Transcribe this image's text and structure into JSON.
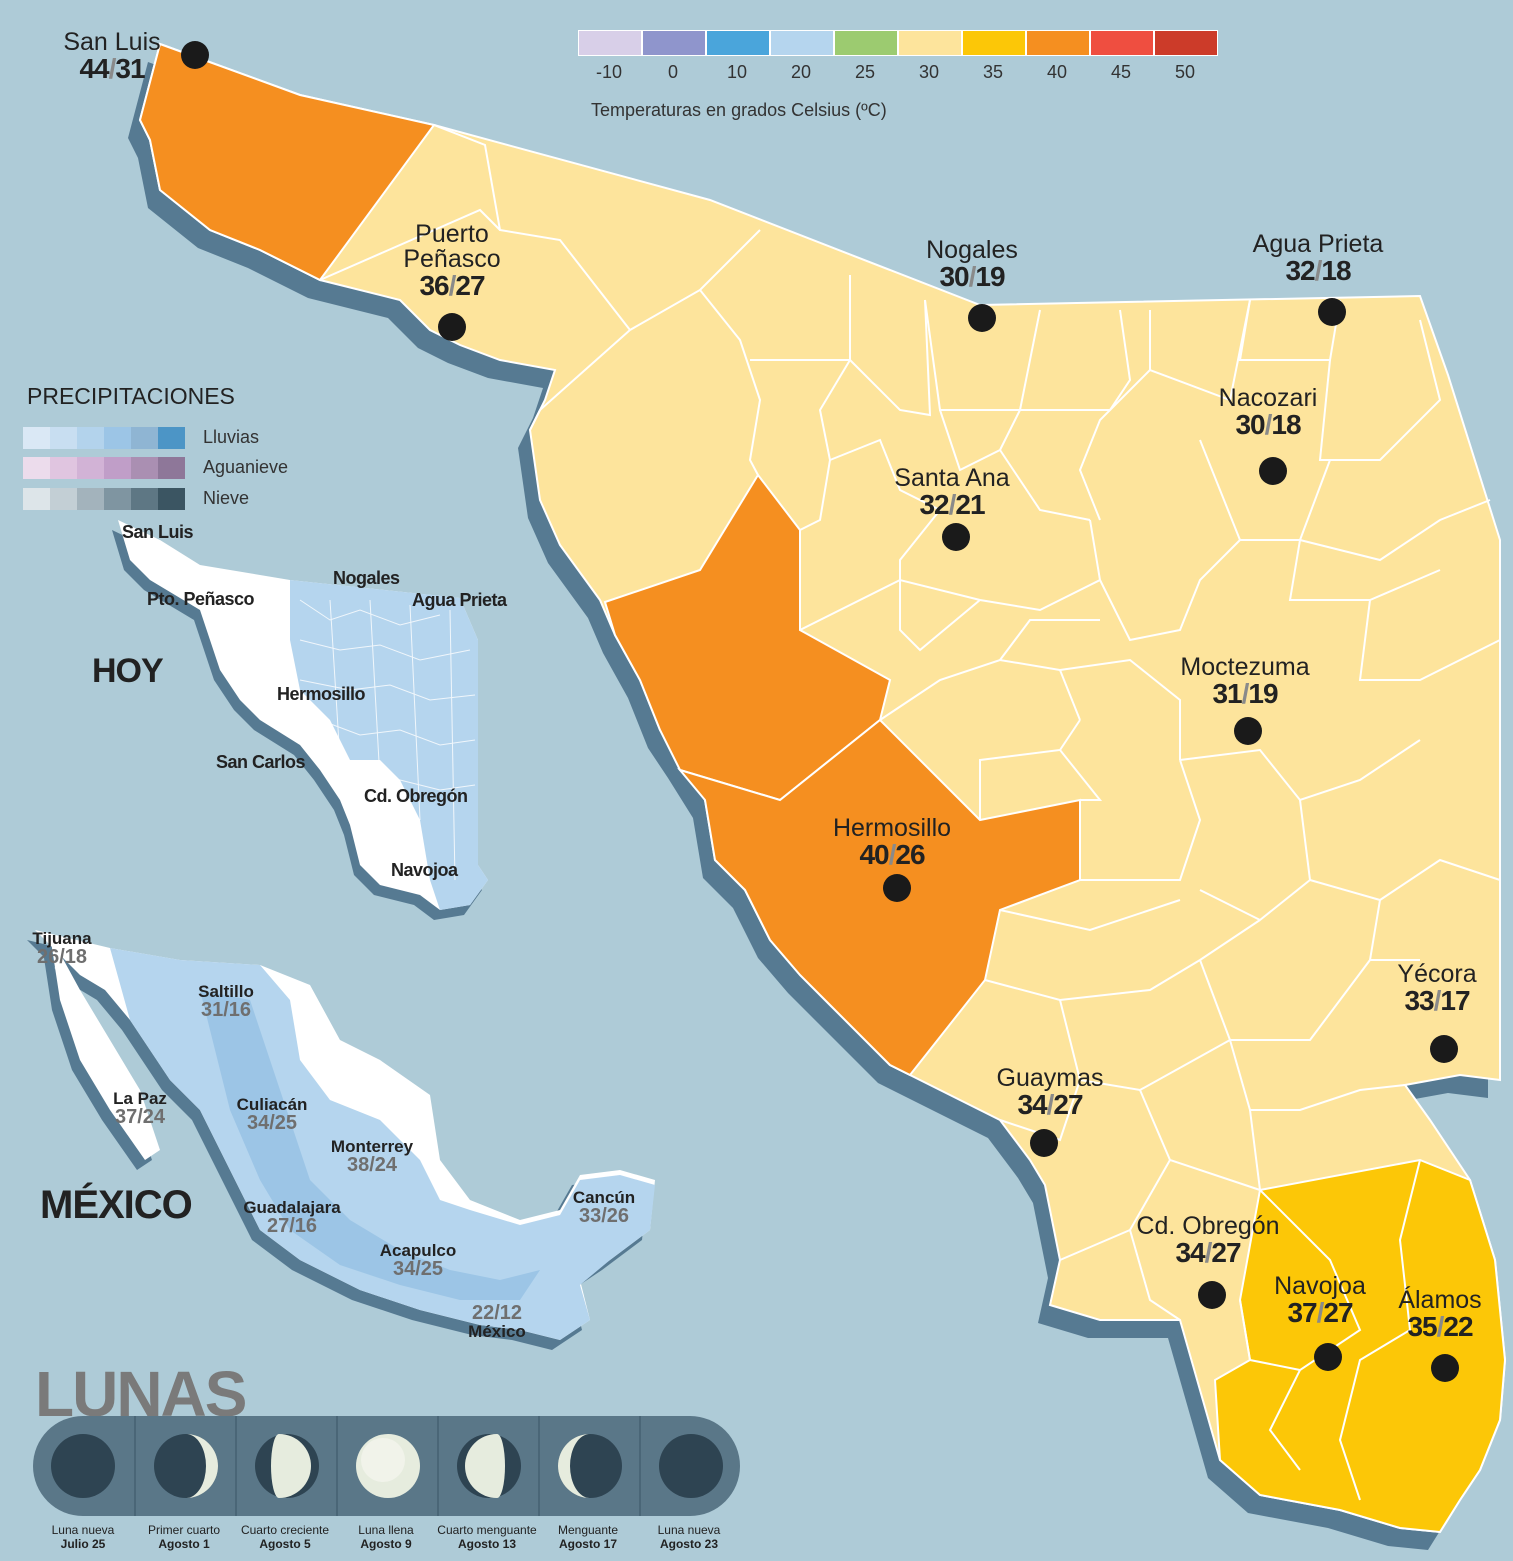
{
  "legend": {
    "swatches": [
      {
        "label": "-10",
        "color": "#d8cfe8"
      },
      {
        "label": "0",
        "color": "#8f95cc"
      },
      {
        "label": "10",
        "color": "#4aa5db"
      },
      {
        "label": "20",
        "color": "#b5d5ee"
      },
      {
        "label": "25",
        "color": "#9ccb70"
      },
      {
        "label": "30",
        "color": "#fde49c"
      },
      {
        "label": "35",
        "color": "#fcc707"
      },
      {
        "label": "40",
        "color": "#f58f20"
      },
      {
        "label": "45",
        "color": "#ef4e40"
      },
      {
        "label": "50",
        "color": "#cc3b29"
      }
    ],
    "note": "Temperaturas en grados Celsius (ºC)"
  },
  "sonora_cities": [
    {
      "id": "san-luis",
      "name": "San Luis",
      "max": "44",
      "min": "31"
    },
    {
      "id": "puerto-penasco",
      "name": "Puerto Peñasco",
      "name_l1": "Puerto",
      "name_l2": "Peñasco",
      "max": "36",
      "min": "27"
    },
    {
      "id": "nogales",
      "name": "Nogales",
      "max": "30",
      "min": "19"
    },
    {
      "id": "agua-prieta",
      "name": "Agua Prieta",
      "max": "32",
      "min": "18"
    },
    {
      "id": "nacozari",
      "name": "Nacozari",
      "max": "30",
      "min": "18"
    },
    {
      "id": "santa-ana",
      "name": "Santa Ana",
      "max": "32",
      "min": "21"
    },
    {
      "id": "moctezuma",
      "name": "Moctezuma",
      "max": "31",
      "min": "19"
    },
    {
      "id": "hermosillo",
      "name": "Hermosillo",
      "max": "40",
      "min": "26"
    },
    {
      "id": "yecora",
      "name": "Yécora",
      "max": "33",
      "min": "17"
    },
    {
      "id": "guaymas",
      "name": "Guaymas",
      "max": "34",
      "min": "27"
    },
    {
      "id": "cd-obregon",
      "name": "Cd. Obregón",
      "max": "34",
      "min": "27"
    },
    {
      "id": "navojoa",
      "name": "Navojoa",
      "max": "37",
      "min": "27"
    },
    {
      "id": "alamos",
      "name": "Álamos",
      "max": "35",
      "min": "22"
    }
  ],
  "precip": {
    "title": "PRECIPITACIONES",
    "rows": [
      {
        "label": "Lluvias",
        "colors": [
          "#dae8f5",
          "#c8def1",
          "#b3d3ec",
          "#9cc5e6",
          "#8fb5d3",
          "#4c95c6"
        ]
      },
      {
        "label": "Aguanieve",
        "colors": [
          "#ecdcec",
          "#e0c5e0",
          "#d2b3d6",
          "#c09ec8",
          "#aa8fb2",
          "#8e7799"
        ]
      },
      {
        "label": "Nieve",
        "colors": [
          "#dde5e9",
          "#c3cfd5",
          "#a3b3bc",
          "#7f95a1",
          "#5e7784",
          "#3b5562"
        ]
      }
    ]
  },
  "hoy": {
    "title": "HOY",
    "labels": {
      "san_luis": "San Luis",
      "pto_penasco": "Pto. Peñasco",
      "nogales": "Nogales",
      "agua_prieta": "Agua Prieta",
      "hermosillo": "Hermosillo",
      "san_carlos": "San Carlos",
      "cd_obregon": "Cd. Obregón",
      "navojoa": "Navojoa"
    }
  },
  "mexico": {
    "title": "MÉXICO",
    "cities": [
      {
        "id": "tijuana",
        "name": "Tijuana",
        "temps": "26/18"
      },
      {
        "id": "saltillo",
        "name": "Saltillo",
        "temps": "31/16"
      },
      {
        "id": "la-paz",
        "name": "La Paz",
        "temps": "37/24"
      },
      {
        "id": "culiacan",
        "name": "Culiacán",
        "temps": "34/25"
      },
      {
        "id": "monterrey",
        "name": "Monterrey",
        "temps": "38/24"
      },
      {
        "id": "guadalajara",
        "name": "Guadalajara",
        "temps": "27/16"
      },
      {
        "id": "cancun",
        "name": "Cancún",
        "temps": "33/26"
      },
      {
        "id": "acapulco",
        "name": "Acapulco",
        "temps": "34/25"
      },
      {
        "id": "mexico",
        "name": "México",
        "temps": "22/12"
      }
    ]
  },
  "lunas": {
    "title": "LUNAS",
    "phases": [
      {
        "phase": "Luna nueva",
        "date": "Julio 25",
        "icon": "new-moon"
      },
      {
        "phase": "Primer cuarto",
        "date": "Agosto 1",
        "icon": "waxing-crescent"
      },
      {
        "phase": "Cuarto creciente",
        "date": "Agosto 5",
        "icon": "first-quarter"
      },
      {
        "phase": "Luna llena",
        "date": "Agosto 9",
        "icon": "full-moon"
      },
      {
        "phase": "Cuarto menguante",
        "date": "Agosto 13",
        "icon": "last-quarter"
      },
      {
        "phase": "Menguante",
        "date": "Agosto 17",
        "icon": "waning-crescent"
      },
      {
        "phase": "Luna nueva",
        "date": "Agosto 23",
        "icon": "new-moon"
      }
    ]
  },
  "colors": {
    "sea": "#aecbd7",
    "shadow": "#567a92",
    "zone_30": "#fde49c",
    "zone_35": "#fcc707",
    "zone_40": "#f58f20",
    "precip_rain": "#b5d5ee",
    "moon_bar": "#5a7788",
    "moon_dark": "#2e4452",
    "moon_light": "#e6ecde"
  }
}
